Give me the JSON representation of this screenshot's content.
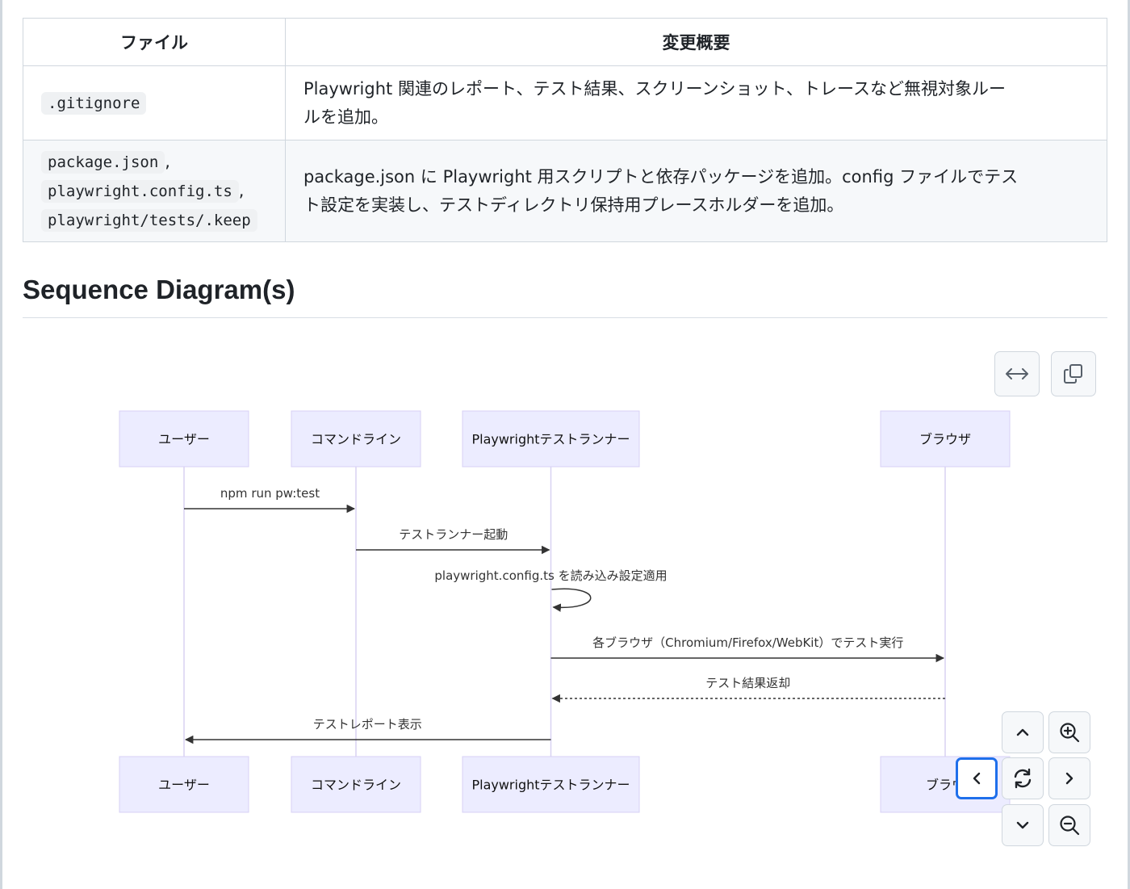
{
  "table": {
    "headers": [
      "ファイル",
      "変更概要"
    ],
    "rows": [
      {
        "files": [
          ".gitignore"
        ],
        "description_line1": "Playwright 関連のレポート、テスト結果、スクリーンショット、トレースなど無視対象ルー",
        "description_line2": "ルを追加。"
      },
      {
        "files": [
          "package.json",
          "playwright.config.ts",
          "playwright/tests/.keep"
        ],
        "separator": ",",
        "description_line1": "package.json に Playwright 用スクリプトと依存パッケージを追加。config ファイルでテス",
        "description_line2": "ト設定を実装し、テストディレクトリ保持用プレースホルダーを追加。"
      }
    ]
  },
  "section": {
    "title": "Sequence Diagram(s)"
  },
  "toolbar": {
    "expand_icon": "arrows-horizontal-icon",
    "copy_icon": "copy-icon"
  },
  "diagram": {
    "actors": [
      "ユーザー",
      "コマンドライン",
      "Playwrightテストランナー",
      "ブラウザ"
    ],
    "bottom_actor_visible": [
      "ユーザー",
      "コマンドライン",
      "Playwrightテストランナー",
      "ブラウ"
    ],
    "messages": [
      {
        "from": 0,
        "to": 1,
        "label": "npm run pw:test",
        "style": "solid"
      },
      {
        "from": 1,
        "to": 2,
        "label": "テストランナー起動",
        "style": "solid"
      },
      {
        "from": 2,
        "to": 2,
        "label": "playwright.config.ts を読み込み設定適用",
        "style": "solid"
      },
      {
        "from": 2,
        "to": 3,
        "label": "各ブラウザ（Chromium/Firefox/WebKit）でテスト実行",
        "style": "solid"
      },
      {
        "from": 3,
        "to": 2,
        "label": "テスト結果返却",
        "style": "dashed"
      },
      {
        "from": 2,
        "to": 0,
        "label": "テストレポート表示",
        "style": "solid"
      }
    ],
    "colors": {
      "actor_fill": "#ececff",
      "actor_stroke": "#d7d0f5",
      "lifeline": "#d8d2f2",
      "text": "#333333"
    }
  },
  "nav": {
    "up_icon": "chevron-up-icon",
    "zoom_in_icon": "zoom-in-icon",
    "left_icon": "chevron-left-icon",
    "reset_icon": "reset-icon",
    "right_icon": "chevron-right-icon",
    "down_icon": "chevron-down-icon",
    "zoom_out_icon": "zoom-out-icon",
    "focus_color": "#1f6feb"
  }
}
